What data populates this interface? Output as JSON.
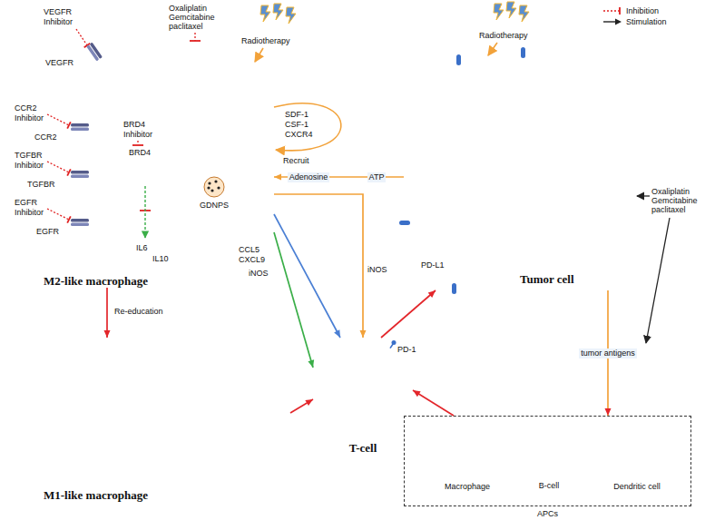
{
  "diagram": {
    "nodes": [
      {
        "text": [
          "M2-like macrophage"
        ]
      },
      {
        "text": [
          "M1-like macrophage"
        ]
      },
      {
        "text": [
          "T-cell"
        ]
      },
      {
        "text": [
          "Tumor cell"
        ]
      },
      {
        "text": [
          "APCs"
        ]
      },
      {
        "text": [
          "Macrophage"
        ],
        "in": 4
      },
      {
        "text": [
          "B-cell"
        ],
        "in": 4
      },
      {
        "text": [
          "Dendritic cell"
        ],
        "in": 4
      }
    ],
    "edges": [
      {
        "from": 0,
        "to": 1,
        "label": "Re-education",
        "arrow": "to"
      },
      {
        "from": 1,
        "to": 2,
        "arrow": "to"
      },
      {
        "from": 2,
        "to": 3,
        "arrow": "to"
      },
      {
        "from": 4,
        "to": 2,
        "arrow": "to"
      },
      {
        "from": 3,
        "to": 4,
        "label": "tumor antigens",
        "arrow": "to"
      },
      {
        "from": 0,
        "to": 2,
        "label": "CCL5 CXCL9",
        "arrow": "to"
      },
      {
        "from": 0,
        "to": 2,
        "label": "iNOS",
        "arrow": "to"
      },
      {
        "from": 0,
        "to": 2,
        "label": "iNOS",
        "arrow": "to"
      },
      {
        "from": 3,
        "to": 0,
        "label": "Adenosine",
        "arrow": "to"
      }
    ],
    "labels": [
      "Oxaliplatin Gemcitabine paclitaxel",
      "VEGFR Inhibitor",
      "VEGFR",
      "CCR2 Inhibitor",
      "CCR2",
      "TGFBR Inhibitor",
      "TGFBR",
      "EGFR Inhibitor",
      "EGFR",
      "BRD4 Inhibitor",
      "BRD4",
      "IL6",
      "IL10",
      "Radiotherapy",
      "Radiotherapy",
      "SDF-1 CSF-1 CXCR4",
      "Recruit",
      "ATP",
      "GDNPS",
      "PD-L1",
      "PD-1",
      "Oxaliplatin Gemcitabine paclitaxel"
    ],
    "legend": [
      {
        "text": "Inhibition"
      },
      {
        "text": "Stimulation"
      }
    ]
  }
}
